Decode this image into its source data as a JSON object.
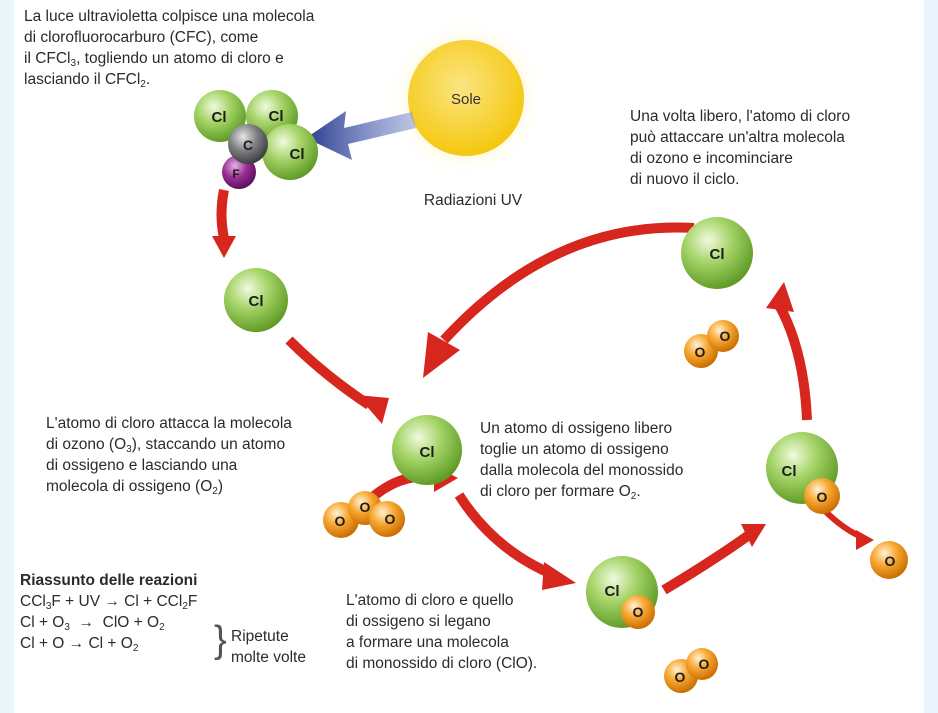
{
  "sun": {
    "label": "Sole",
    "caption": "Radiazioni UV"
  },
  "atoms": {
    "chlorine": "Cl",
    "carbon": "C",
    "fluorine": "F",
    "oxygen": "O"
  },
  "texts": {
    "step1": {
      "line1": "La luce ultravioletta colpisce una molecola",
      "line2": "di clorofluorocarburo (CFC), come",
      "line3_pre": "il CFCl",
      "line3_sub": "3",
      "line3_post": ", togliendo un atomo di cloro e",
      "line4_pre": "lasciando il CFCl",
      "line4_sub": "2",
      "line4_post": "."
    },
    "step2": {
      "line1": "L'atomo di cloro attacca la molecola",
      "line2_pre": "di ozono (O",
      "line2_sub": "3",
      "line2_post": "), staccando un atomo",
      "line3": "di ossigeno e lasciando una",
      "line4_pre": "molecola di ossigeno (O",
      "line4_sub": "2",
      "line4_post": ")"
    },
    "step3": {
      "line1": "L'atomo di cloro e quello",
      "line2": "di ossigeno si legano",
      "line3": "a formare una molecola",
      "line4": "di monossido di cloro (ClO)."
    },
    "step4": {
      "line1": "Un atomo di ossigeno libero",
      "line2": "toglie un atomo di ossigeno",
      "line3": "dalla molecola del monossido",
      "line4_pre": "di cloro per formare O",
      "line4_sub": "2",
      "line4_post": "."
    },
    "step5": {
      "line1": "Una volta libero, l'atomo di cloro",
      "line2": "può attaccare un'altra molecola",
      "line3": "di ozono e incominciare",
      "line4": "di nuovo il ciclo."
    }
  },
  "summary": {
    "title": "Riassunto delle reazioni",
    "r1": {
      "a": "CCl",
      "a_sub": "3",
      "b": "F + UV  →  Cl + CCl",
      "b_sub": "2",
      "c": "F"
    },
    "r2": {
      "a": "Cl + O",
      "a_sub": "3",
      "b": "  →  ClO + O",
      "b_sub": "2"
    },
    "r3": {
      "a": "Cl + O  →  Cl + O",
      "a_sub": "2"
    },
    "brace": "}",
    "note1": "Ripetute",
    "note2": "molte volte"
  },
  "colors": {
    "chlorine": "#8cc63f",
    "oxygen": "#f39200",
    "carbon": "#6d6e71",
    "fluorine": "#92278f",
    "arrow_red": "#d7261e",
    "arrow_blue": "#2e3e91",
    "sun": "#f7d117"
  }
}
